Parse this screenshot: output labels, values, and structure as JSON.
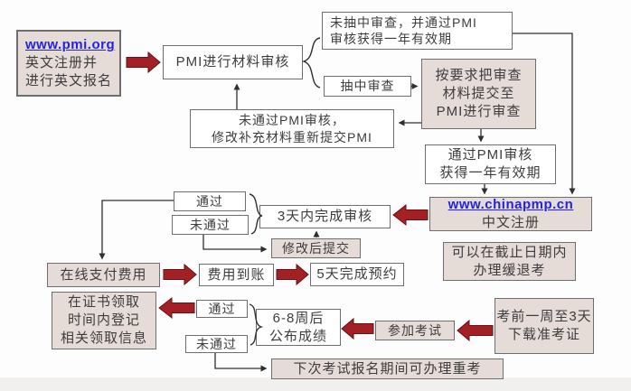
{
  "colors": {
    "box-pink": "#e5dbd7",
    "box-white": "#ffffff",
    "border-gray": "#6e6e6e",
    "arrow-red": "#a32025",
    "link-blue": "#2323e6",
    "text": "#3d3d3d",
    "bg": "#fdfdfd",
    "strip": "#f1f0ee"
  },
  "nodes": {
    "pmi_org": {
      "url": "www.pmi.org",
      "line1": "英文注册并",
      "line2": "进行英文报名"
    },
    "pmi_review": {
      "label": "PMI进行材料审核"
    },
    "not_sampled": {
      "line1": "未抽中审查，并通过PMI",
      "line2": "审核获得一年有效期"
    },
    "sampled": {
      "label": "抽中审查"
    },
    "submit_review": {
      "line1": "按要求把审查",
      "line2": "材料提交至",
      "line3": "PMI进行审查"
    },
    "fail_pmi": {
      "line1": "未通过PMI审核，",
      "line2": "修改补充材料重新提交PMI"
    },
    "pass_pmi": {
      "line1": "通过PMI审核",
      "line2": "获得一年有效期"
    },
    "chinapmp": {
      "url": "www.chinapmp.cn",
      "line2": "中文注册"
    },
    "pass_top": {
      "label": "通过"
    },
    "fail_top": {
      "label": "未通过"
    },
    "three_days": {
      "label": "3天内完成审核"
    },
    "revise_submit": {
      "label": "修改后提交"
    },
    "pay_online": {
      "label": "在线支付费用"
    },
    "fee_received": {
      "label": "费用到账"
    },
    "five_days": {
      "label": "5天完成预约"
    },
    "defer": {
      "line1": "可以在截止日期内",
      "line2": "办理缓退考"
    },
    "cert": {
      "line1": "在证书领取",
      "line2": "时间内登记",
      "line3": "相关领取信息"
    },
    "pass_bottom": {
      "label": "通过"
    },
    "fail_bottom": {
      "label": "未通过"
    },
    "results": {
      "line1": "6-8周后",
      "line2": "公布成绩"
    },
    "take_exam": {
      "label": "参加考试"
    },
    "admission": {
      "line1": "考前一周至3天",
      "line2": "下载准考证"
    },
    "retake": {
      "label": "下次考试报名期间可办理重考"
    }
  }
}
